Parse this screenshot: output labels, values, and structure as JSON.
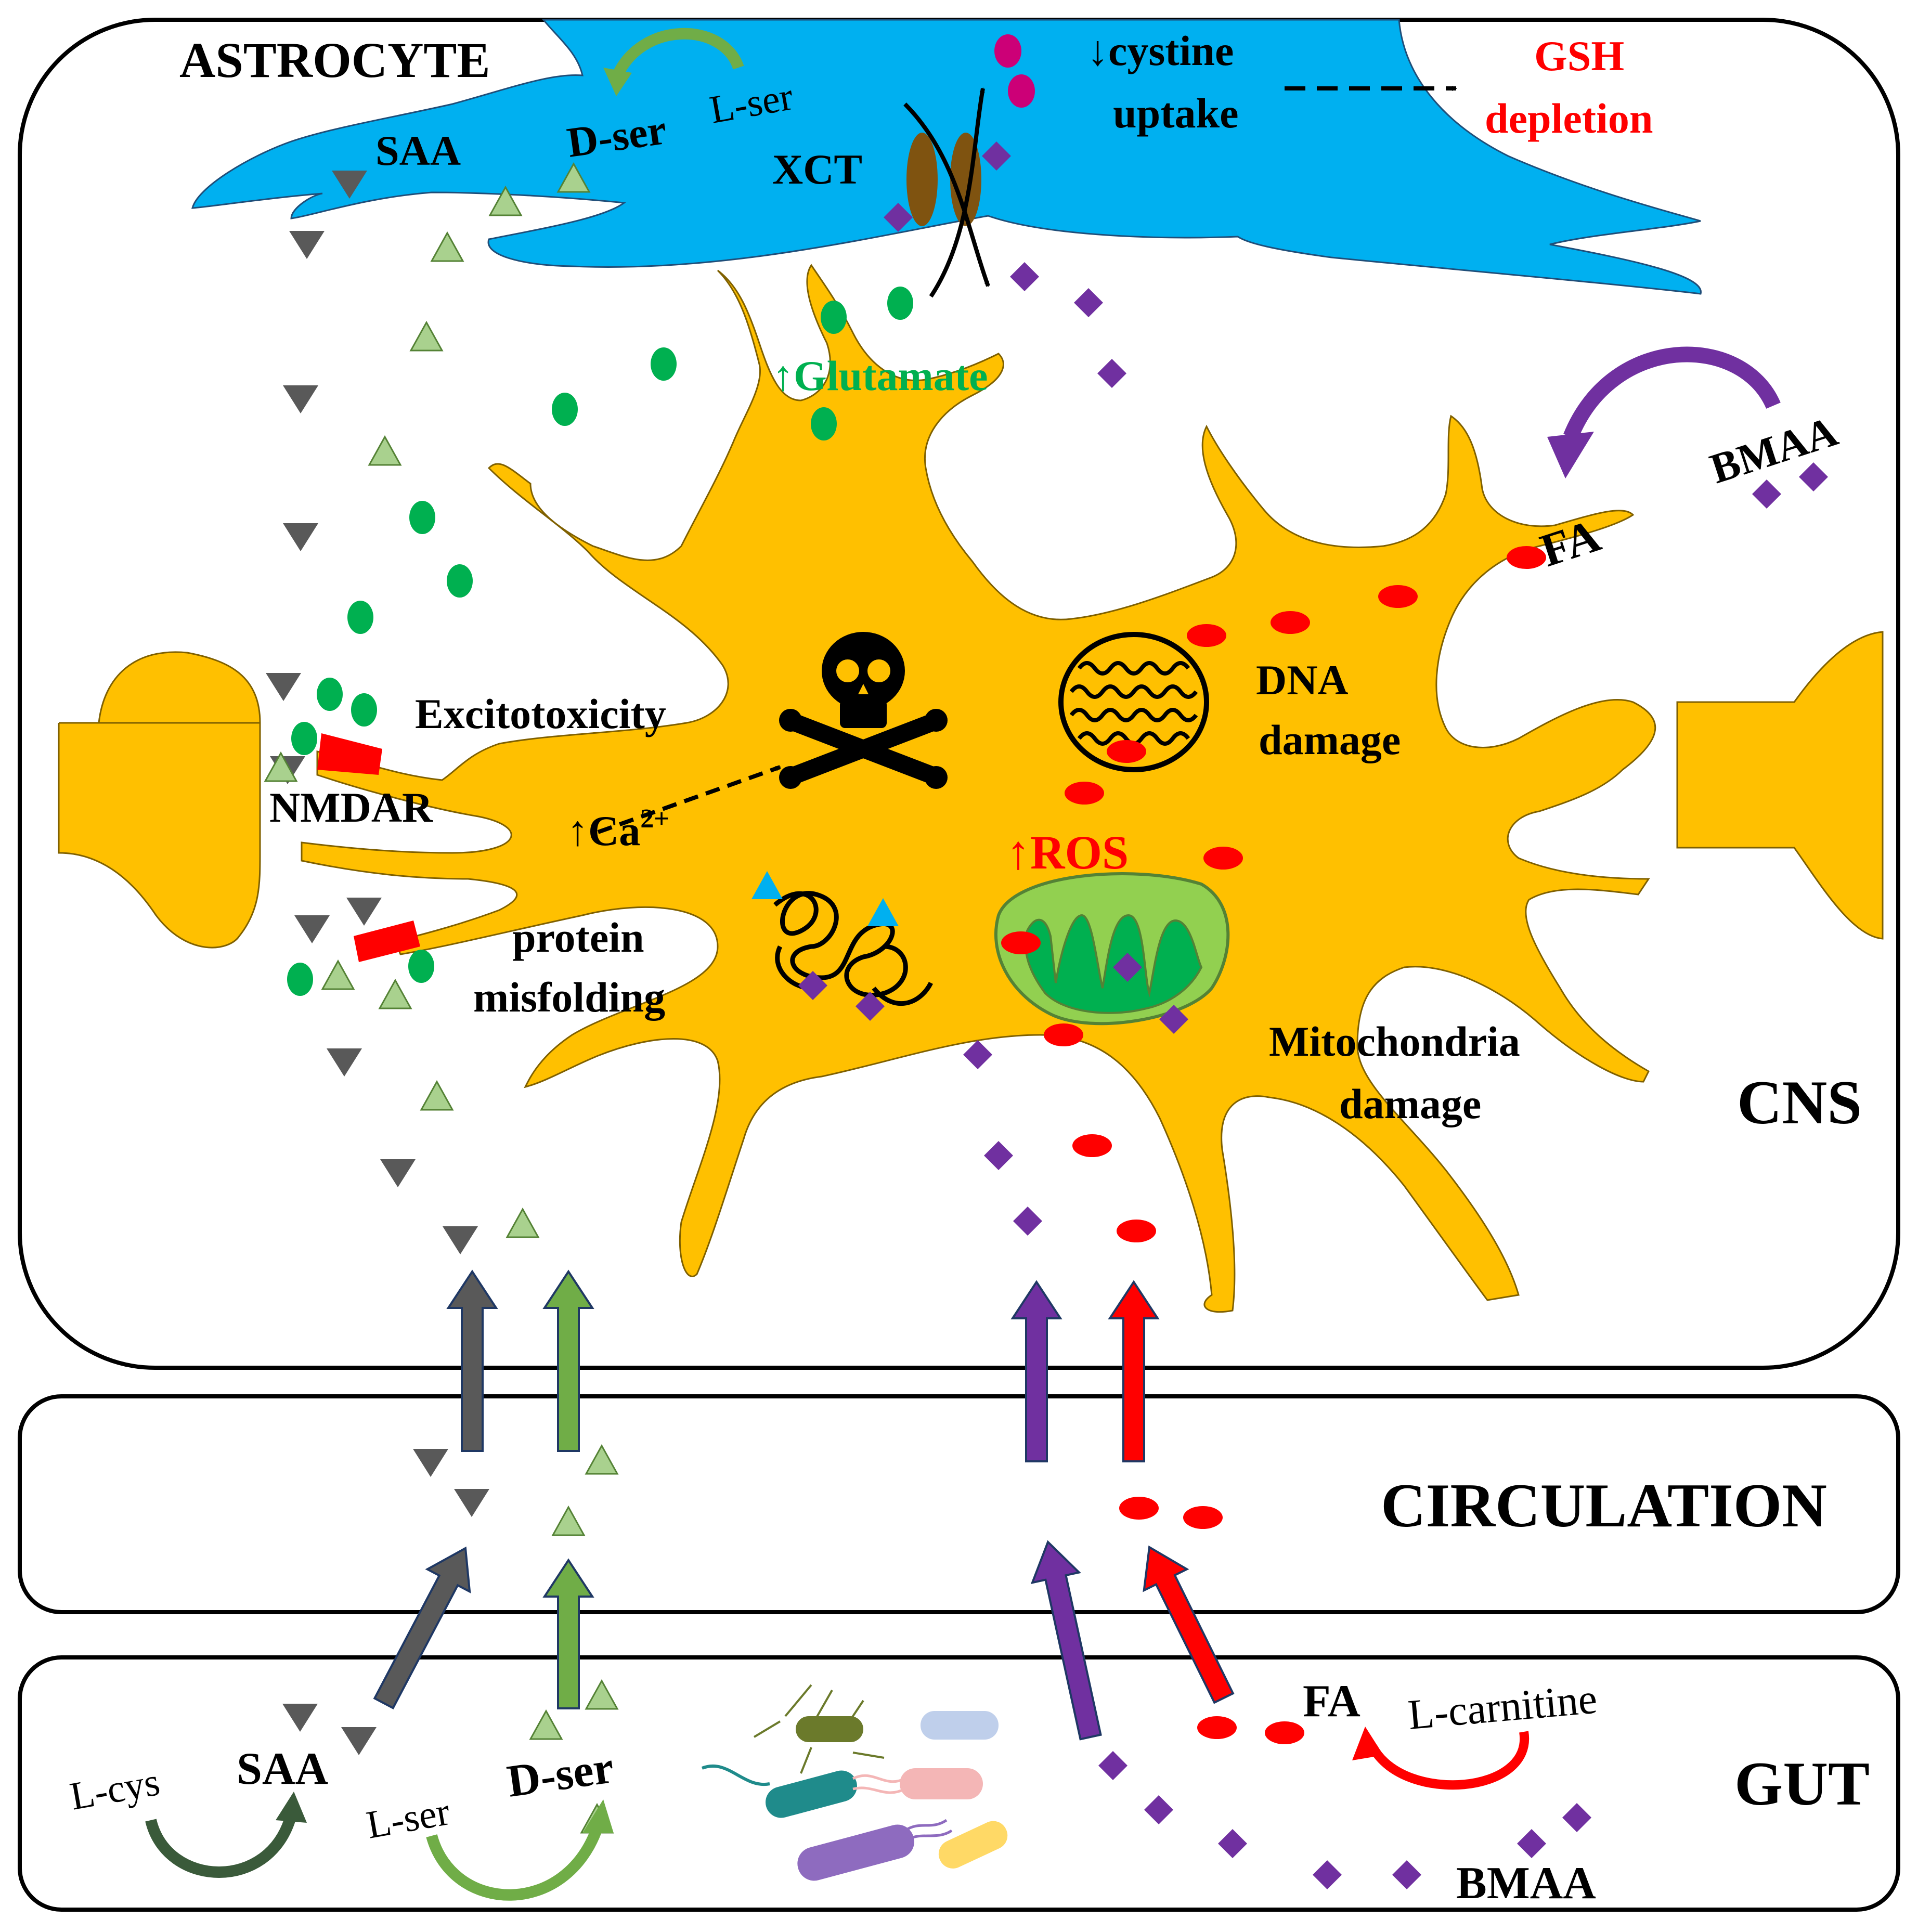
{
  "panels": {
    "cns": "CNS",
    "circulation": "CIRCULATION",
    "gut": "GUT"
  },
  "astrocyte": {
    "title": "ASTROCYTE",
    "saa": "SAA",
    "dser": "D-ser",
    "lser": "L-ser",
    "xct": "XCT",
    "cystine_line1": "↓cystine",
    "cystine_line2": "uptake",
    "gsh_line1": "GSH",
    "gsh_line2": "depletion"
  },
  "neuron": {
    "glutamate": "↑Glutamate",
    "excitotoxicity": "Excitotoxicity",
    "nmdar": "NMDAR",
    "ca_prefix": "↑Ca",
    "ca_superscript": "2+",
    "protein_line1": "protein",
    "protein_line2": "misfolding",
    "ros": "↑ROS",
    "dna_line1": "DNA",
    "dna_line2": "damage",
    "mito_line1": "Mitochondria",
    "mito_line2": "damage",
    "fa": "FA",
    "bmaa": "BMAA"
  },
  "gut": {
    "lcys": "L-cys",
    "saa": "SAA",
    "lser": "L-ser",
    "dser": "D-ser",
    "fa": "FA",
    "lcarnitine": "L-carnitine",
    "bmaa": "BMAA"
  },
  "colors": {
    "astrocyte": "#00b0f0",
    "neuron": "#ffc000",
    "saa_marker": "#595959",
    "dser_marker": "#a9d18e",
    "glutamate": "#00b050",
    "bmaa": "#7030a0",
    "fa": "#ff0000",
    "receptor": "#ff0000",
    "transporter": "#7f5310",
    "gsh_text": "#ff0000",
    "glutamate_text": "#00b050",
    "ros_text": "#ff0000",
    "mitochondria": "#00b050"
  },
  "icons": [
    "skull-crossbones-icon",
    "dna-icon",
    "mitochondrion-icon",
    "bacteria-icon",
    "misfolded-protein-icon"
  ]
}
